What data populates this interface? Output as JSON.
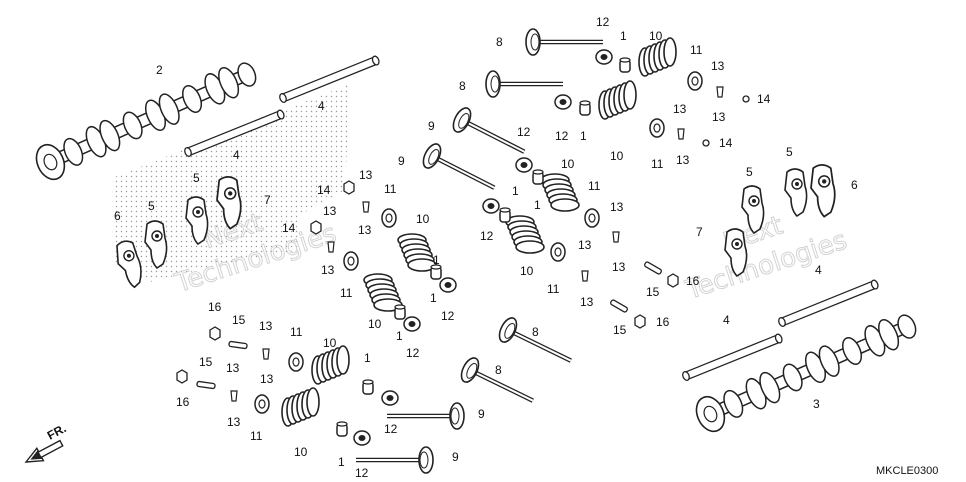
{
  "diagram": {
    "code": "MKCLE0300",
    "direction_label": "FR.",
    "watermark": [
      "Next",
      "Technologies"
    ],
    "colors": {
      "line": "#222222",
      "fill": "#ffffff",
      "shade": "#cfcfcf",
      "watermark": "#c9c9c9"
    },
    "callouts": [
      "1",
      "2",
      "3",
      "4",
      "5",
      "6",
      "7",
      "8",
      "9",
      "10",
      "11",
      "12",
      "13",
      "14",
      "15",
      "16"
    ]
  }
}
